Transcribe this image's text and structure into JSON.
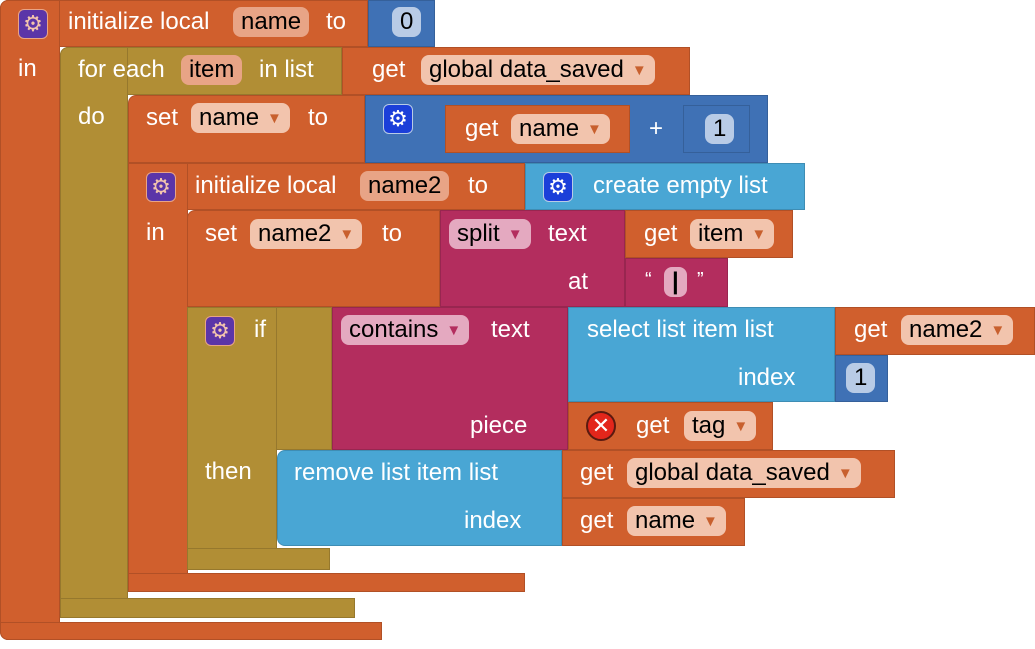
{
  "init_name": {
    "label": "initialize local",
    "var": "name",
    "to": "to",
    "in": "in",
    "value": "0"
  },
  "for_each": {
    "label": "for each",
    "var": "item",
    "in_list": "in list",
    "do": "do",
    "get": "get",
    "list_var": "global data_saved"
  },
  "set_name": {
    "label": "set",
    "var": "name",
    "to": "to",
    "get": "get",
    "get_var": "name",
    "op": "+",
    "num": "1"
  },
  "init_name2": {
    "label": "initialize local",
    "var": "name2",
    "to": "to",
    "in": "in",
    "create": "create empty list"
  },
  "set_name2": {
    "label": "set",
    "var": "name2",
    "to": "to",
    "split": "split",
    "text": "text",
    "at": "at",
    "get": "get",
    "get_var": "item",
    "open_quote": "“",
    "sep": "|",
    "close_quote": "”"
  },
  "if_block": {
    "if": "if",
    "then": "then",
    "contains": "contains",
    "text": "text",
    "piece": "piece",
    "select": "select list item  list",
    "index": "index",
    "get": "get",
    "get_var": "name2",
    "num": "1",
    "tag_get": "get",
    "tag_var": "tag"
  },
  "remove": {
    "label": "remove list item  list",
    "index": "index",
    "get1": "get",
    "var1": "global data_saved",
    "get2": "get",
    "var2": "name"
  }
}
